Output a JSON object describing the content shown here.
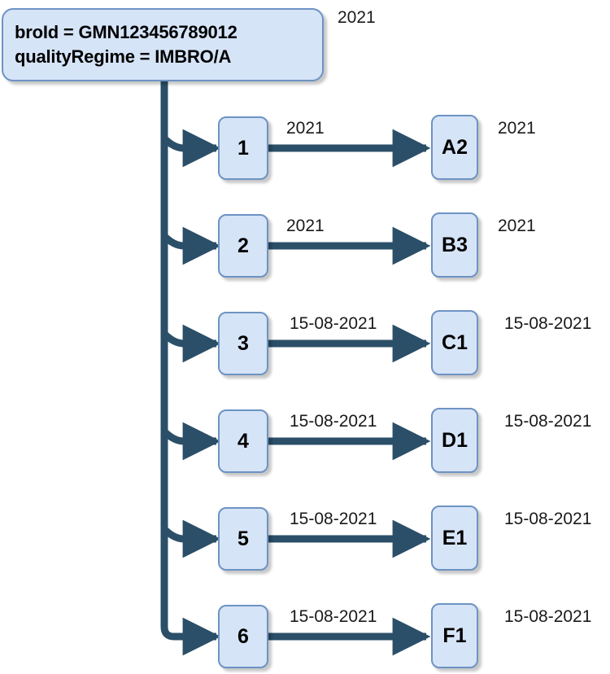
{
  "diagram": {
    "type": "tree-branch-flow",
    "colors": {
      "node_fill": "#d6e4f7",
      "node_border": "#6d93c3",
      "connector": "#2b4f68",
      "text": "#000000",
      "background": "#ffffff"
    },
    "root": {
      "line1": "broId = GMN123456789012",
      "line2": "qualityRegime = IMBRO/A",
      "side_label": "2021"
    },
    "rows": [
      {
        "version_label": "1",
        "link_label": "2021",
        "target_label": "A2",
        "right_label": "2021"
      },
      {
        "version_label": "2",
        "link_label": "2021",
        "target_label": "B3",
        "right_label": "2021"
      },
      {
        "version_label": "3",
        "link_label": "15-08-2021",
        "target_label": "C1",
        "right_label": "15-08-2021"
      },
      {
        "version_label": "4",
        "link_label": "15-08-2021",
        "target_label": "D1",
        "right_label": "15-08-2021"
      },
      {
        "version_label": "5",
        "link_label": "15-08-2021",
        "target_label": "E1",
        "right_label": "15-08-2021"
      },
      {
        "version_label": "6",
        "link_label": "15-08-2021",
        "target_label": "F1",
        "right_label": "15-08-2021"
      }
    ]
  }
}
